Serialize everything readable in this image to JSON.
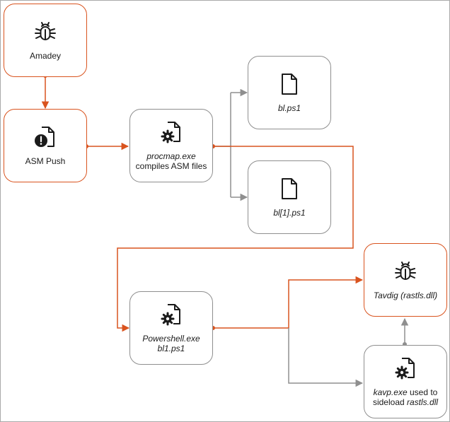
{
  "colors": {
    "accent": "#d9531e",
    "neutral": "#8f8f8f"
  },
  "nodes": {
    "amadey": {
      "label": "Amadey",
      "icon": "bug-icon"
    },
    "asm_push": {
      "label": "ASM Push",
      "icon": "document-alert-icon"
    },
    "procmap": {
      "line1": "procmap.exe",
      "line2": "compiles ASM files",
      "icon": "document-gear-icon"
    },
    "bl_ps1": {
      "label": "bl.ps1",
      "icon": "document-icon"
    },
    "bl1_ps1": {
      "label": "bl[1].ps1",
      "icon": "document-icon"
    },
    "powershell": {
      "line1": "Powershell.exe",
      "line2": "bl1.ps1",
      "icon": "document-gear-icon"
    },
    "tavdig": {
      "label": "Tavdig (rastls.dll)",
      "icon": "bug-icon"
    },
    "kavp": {
      "line1_italic": "kavp.exe",
      "line1_rest": " used to",
      "line2_rest": "sideload ",
      "line2_italic": "rastls.dll",
      "icon": "document-gear-icon"
    }
  }
}
